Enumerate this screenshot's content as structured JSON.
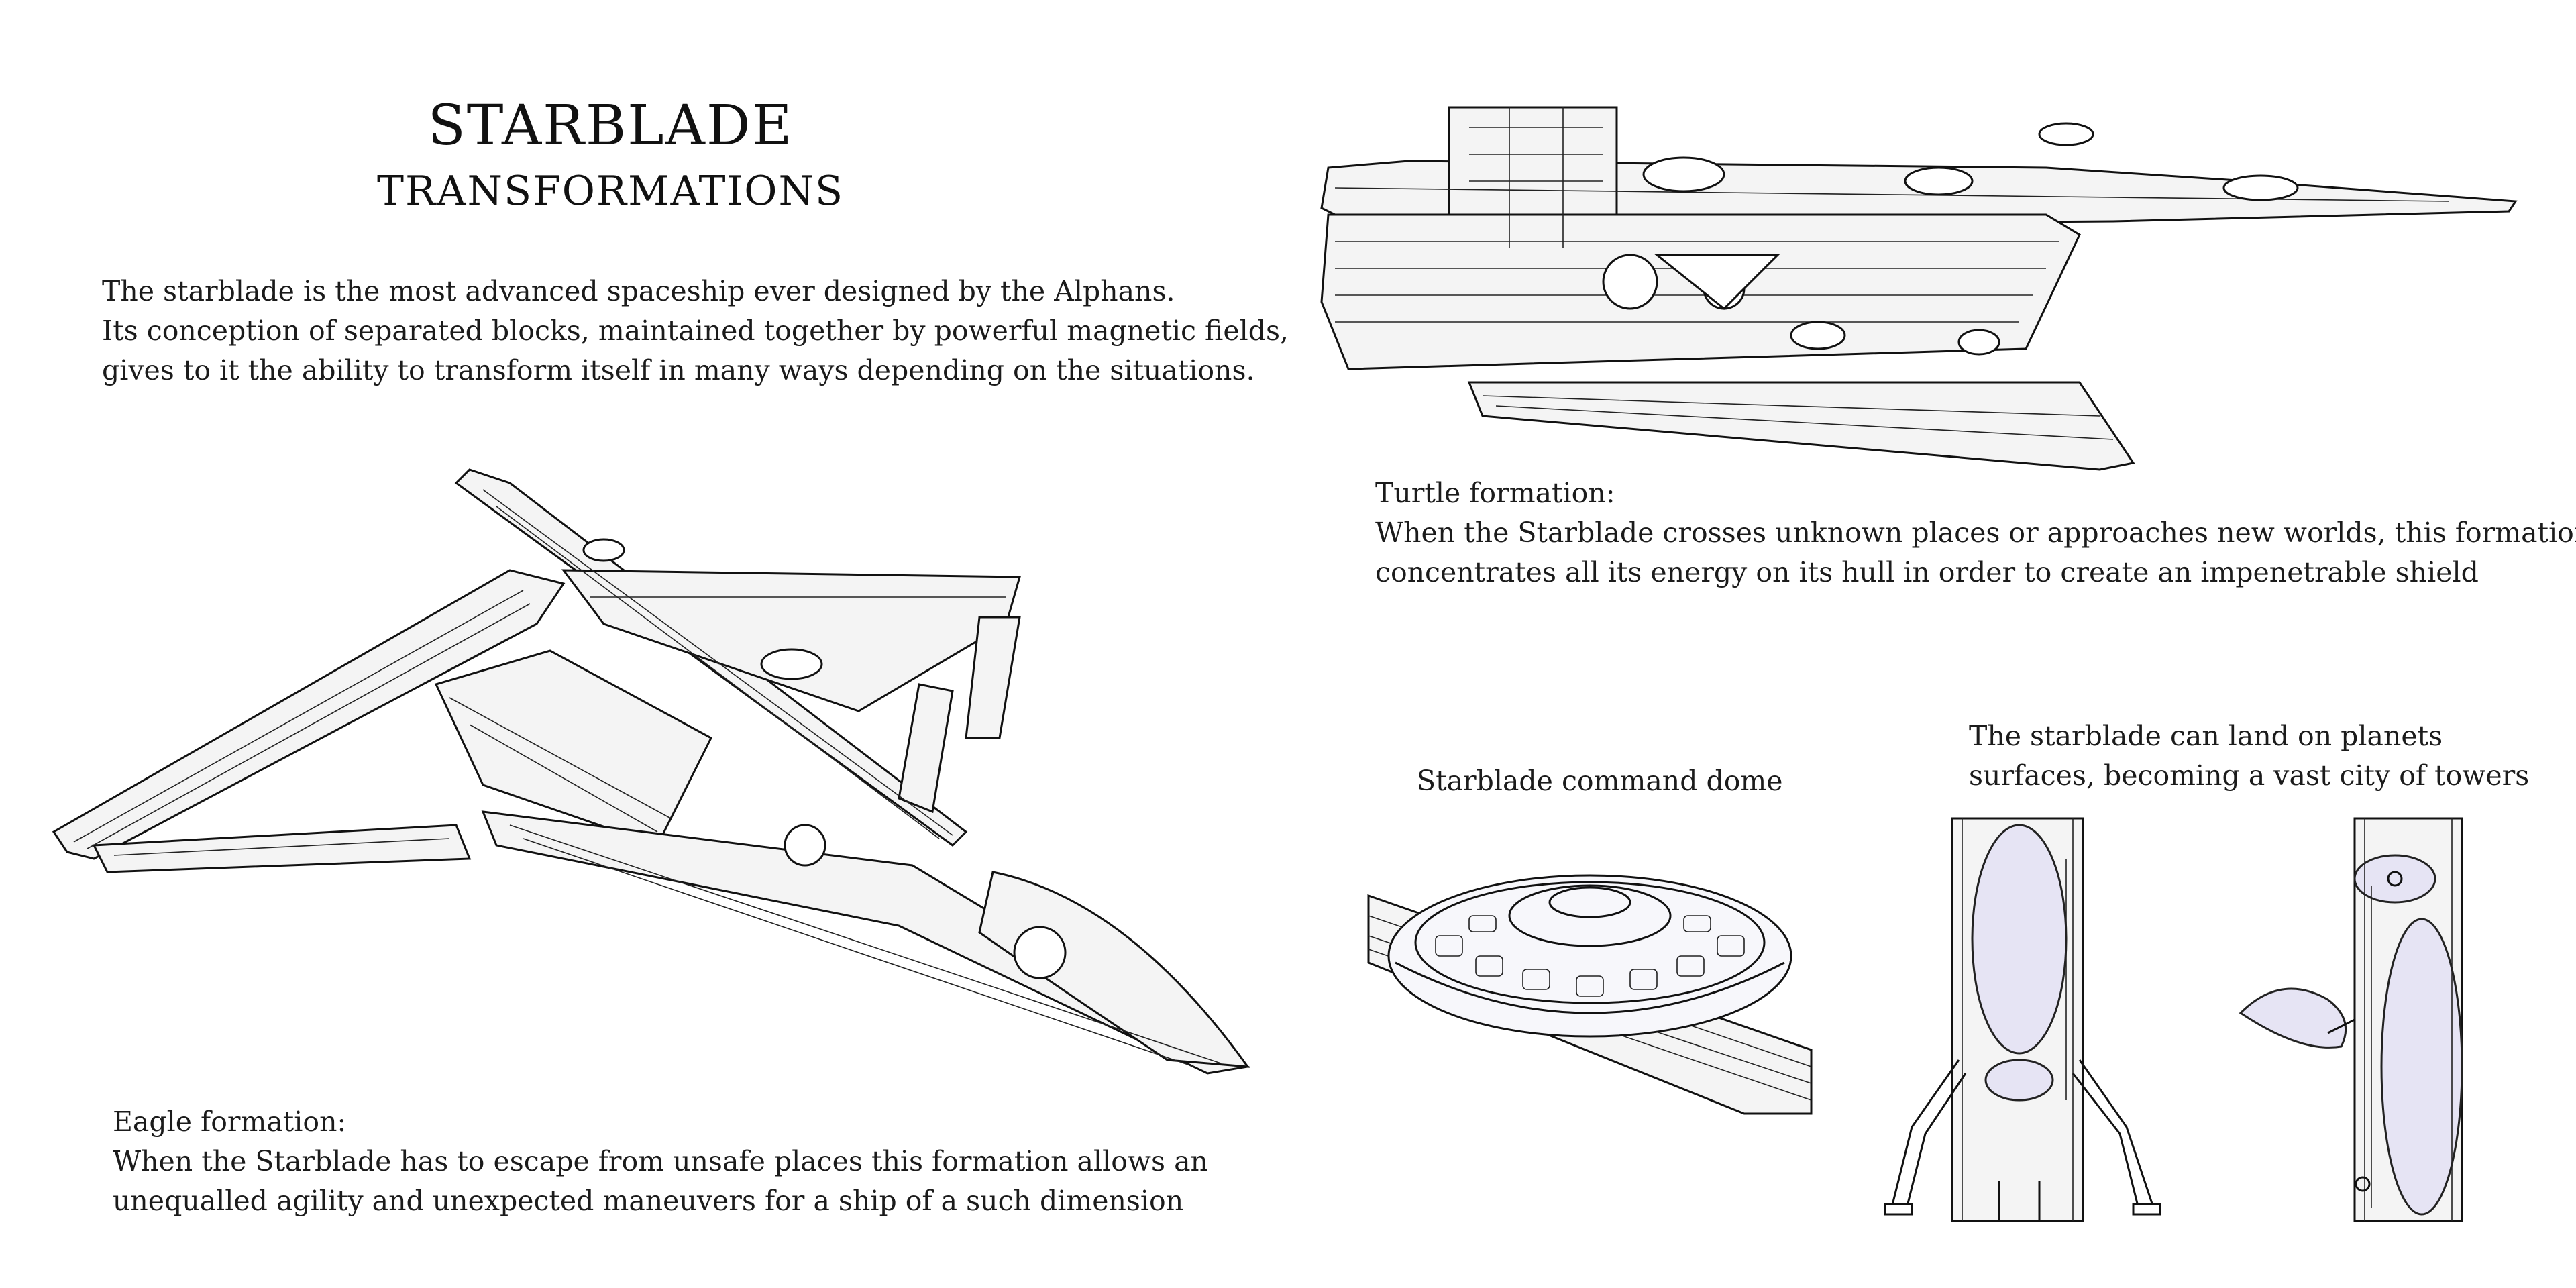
{
  "header": {
    "title": "STARBLADE",
    "subtitle": "TRANSFORMATIONS"
  },
  "intro": {
    "lines": [
      "The starblade is the most advanced spaceship ever designed by the Alphans.",
      "Its conception of separated blocks, maintained together by  powerful magnetic fields,",
      "gives to it the ability to transform  itself in many ways depending on the situations."
    ]
  },
  "turtle": {
    "heading": "Turtle formation:",
    "lines": [
      "When the Starblade crosses unknown places or approaches new worlds, this formation",
      "concentrates all its energy on its hull in order to create an impenetrable shield"
    ]
  },
  "eagle": {
    "heading": "Eagle formation:",
    "lines": [
      "When the Starblade has to escape from unsafe places this formation allows an",
      "unequalled agility and unexpected maneuvers for a ship of a such dimension"
    ]
  },
  "dome": {
    "caption": "Starblade command dome"
  },
  "city": {
    "lines": [
      "The starblade can land on planets",
      "surfaces, becoming a vast city of towers"
    ]
  },
  "icons": [
    "turtle-ship-illustration",
    "eagle-ship-illustration",
    "command-dome-illustration",
    "tower-city-illustration"
  ],
  "colors": {
    "ink": "#111111",
    "tint": "#e6e4f4",
    "background": "#ffffff"
  }
}
